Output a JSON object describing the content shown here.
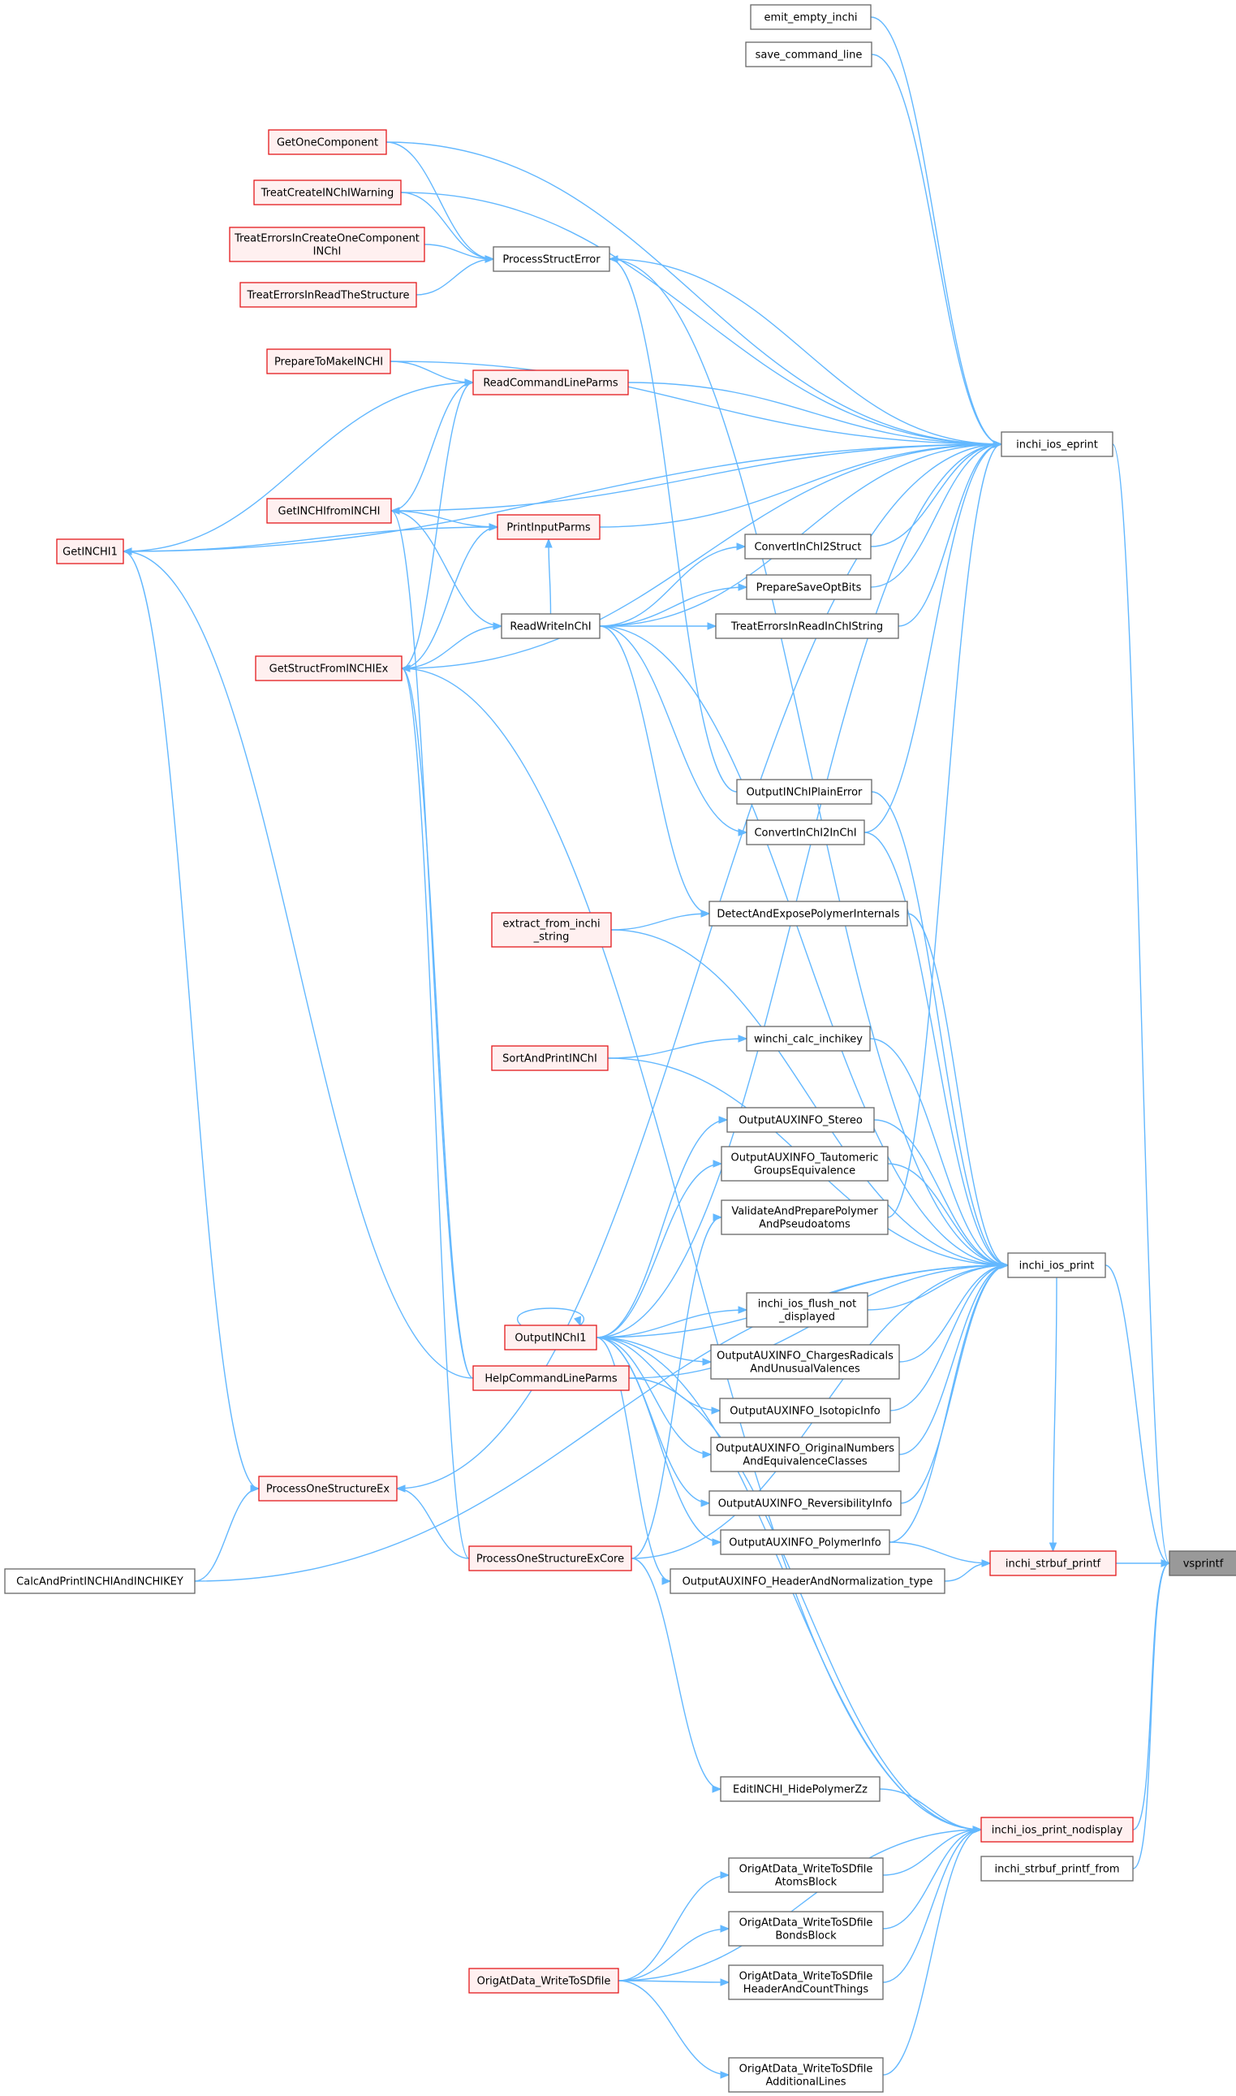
{
  "graph": {
    "kind": "caller-graph",
    "colors": {
      "edge": "#63b8ff",
      "node_border": "#666666",
      "truncated_border": "#e31a1c",
      "truncated_fill": "#fff0f0",
      "focus_fill": "#999999"
    },
    "nodes": [
      {
        "id": "vsprintf",
        "lines": [
          "vsprintf"
        ],
        "style": "focus"
      },
      {
        "id": "inchi_strbuf_printf",
        "lines": [
          "inchi_strbuf_printf"
        ],
        "style": "trunc"
      },
      {
        "id": "inchi_ios_print_nodisplay",
        "lines": [
          "inchi_ios_print_nodisplay"
        ],
        "style": "trunc"
      },
      {
        "id": "inchi_strbuf_printf_from",
        "lines": [
          "inchi_strbuf_printf_from"
        ],
        "style": "plain"
      },
      {
        "id": "inchi_ios_print",
        "lines": [
          "inchi_ios_print"
        ],
        "style": "plain"
      },
      {
        "id": "inchi_ios_eprint",
        "lines": [
          "inchi_ios_eprint"
        ],
        "style": "plain"
      },
      {
        "id": "emit_empty_inchi",
        "lines": [
          "emit_empty_inchi"
        ],
        "style": "plain"
      },
      {
        "id": "save_command_line",
        "lines": [
          "save_command_line"
        ],
        "style": "plain"
      },
      {
        "id": "GetOneComponent",
        "lines": [
          "GetOneComponent"
        ],
        "style": "trunc"
      },
      {
        "id": "TreatCreateINChIWarning",
        "lines": [
          "TreatCreateINChIWarning"
        ],
        "style": "trunc"
      },
      {
        "id": "TreatErrorsInCreateOneComponentINChI",
        "lines": [
          "TreatErrorsInCreateOneComponent",
          "INChI"
        ],
        "style": "trunc"
      },
      {
        "id": "TreatErrorsInReadTheStructure",
        "lines": [
          "TreatErrorsInReadTheStructure"
        ],
        "style": "trunc"
      },
      {
        "id": "ProcessStructError",
        "lines": [
          "ProcessStructError"
        ],
        "style": "plain"
      },
      {
        "id": "PrepareToMakeINCHI",
        "lines": [
          "PrepareToMakeINCHI"
        ],
        "style": "trunc"
      },
      {
        "id": "ReadCommandLineParms",
        "lines": [
          "ReadCommandLineParms"
        ],
        "style": "trunc"
      },
      {
        "id": "GetINCHIfromINCHI",
        "lines": [
          "GetINCHIfromINCHI"
        ],
        "style": "trunc"
      },
      {
        "id": "PrintInputParms",
        "lines": [
          "PrintInputParms"
        ],
        "style": "trunc"
      },
      {
        "id": "GetINCHI1",
        "lines": [
          "GetINCHI1"
        ],
        "style": "trunc"
      },
      {
        "id": "ConvertInChI2Struct",
        "lines": [
          "ConvertInChI2Struct"
        ],
        "style": "plain"
      },
      {
        "id": "PrepareSaveOptBits",
        "lines": [
          "PrepareSaveOptBits"
        ],
        "style": "plain"
      },
      {
        "id": "TreatErrorsInReadInChIString",
        "lines": [
          "TreatErrorsInReadInChIString"
        ],
        "style": "plain"
      },
      {
        "id": "ReadWriteInChI",
        "lines": [
          "ReadWriteInChI"
        ],
        "style": "plain"
      },
      {
        "id": "GetStructFromINCHIEx",
        "lines": [
          "GetStructFromINCHIEx"
        ],
        "style": "trunc"
      },
      {
        "id": "OutputINChIPlainError",
        "lines": [
          "OutputINChIPlainError"
        ],
        "style": "plain"
      },
      {
        "id": "ConvertInChI2InChI",
        "lines": [
          "ConvertInChI2InChI"
        ],
        "style": "plain"
      },
      {
        "id": "DetectAndExposePolymerInternals",
        "lines": [
          "DetectAndExposePolymerInternals"
        ],
        "style": "plain"
      },
      {
        "id": "extract_from_inchi_string",
        "lines": [
          "extract_from_inchi",
          "_string"
        ],
        "style": "trunc"
      },
      {
        "id": "winchi_calc_inchikey",
        "lines": [
          "winchi_calc_inchikey"
        ],
        "style": "plain"
      },
      {
        "id": "SortAndPrintINChI",
        "lines": [
          "SortAndPrintINChI"
        ],
        "style": "trunc"
      },
      {
        "id": "OutputAUXINFO_Stereo",
        "lines": [
          "OutputAUXINFO_Stereo"
        ],
        "style": "plain"
      },
      {
        "id": "OutputAUXINFO_TautomericGroupsEquivalence",
        "lines": [
          "OutputAUXINFO_Tautomeric",
          "GroupsEquivalence"
        ],
        "style": "plain"
      },
      {
        "id": "ValidateAndPreparePolymerAndPseudoatoms",
        "lines": [
          "ValidateAndPreparePolymer",
          "AndPseudoatoms"
        ],
        "style": "plain"
      },
      {
        "id": "inchi_ios_flush_not_displayed",
        "lines": [
          "inchi_ios_flush_not",
          "_displayed"
        ],
        "style": "plain"
      },
      {
        "id": "OutputINChI1",
        "lines": [
          "OutputINChI1"
        ],
        "style": "trunc"
      },
      {
        "id": "OutputAUXINFO_ChargesRadicalsAndUnusualValences",
        "lines": [
          "OutputAUXINFO_ChargesRadicals",
          "AndUnusualValences"
        ],
        "style": "plain"
      },
      {
        "id": "HelpCommandLineParms",
        "lines": [
          "HelpCommandLineParms"
        ],
        "style": "trunc"
      },
      {
        "id": "OutputAUXINFO_IsotopicInfo",
        "lines": [
          "OutputAUXINFO_IsotopicInfo"
        ],
        "style": "plain"
      },
      {
        "id": "OutputAUXINFO_OriginalNumbersAndEquivalenceClasses",
        "lines": [
          "OutputAUXINFO_OriginalNumbers",
          "AndEquivalenceClasses"
        ],
        "style": "plain"
      },
      {
        "id": "ProcessOneStructureEx",
        "lines": [
          "ProcessOneStructureEx"
        ],
        "style": "trunc"
      },
      {
        "id": "OutputAUXINFO_ReversibilityInfo",
        "lines": [
          "OutputAUXINFO_ReversibilityInfo"
        ],
        "style": "plain"
      },
      {
        "id": "OutputAUXINFO_PolymerInfo",
        "lines": [
          "OutputAUXINFO_PolymerInfo"
        ],
        "style": "plain"
      },
      {
        "id": "ProcessOneStructureExCore",
        "lines": [
          "ProcessOneStructureExCore"
        ],
        "style": "trunc"
      },
      {
        "id": "OutputAUXINFO_HeaderAndNormalization_type",
        "lines": [
          "OutputAUXINFO_HeaderAndNormalization_type"
        ],
        "style": "plain"
      },
      {
        "id": "CalcAndPrintINCHIAndINCHIKEY",
        "lines": [
          "CalcAndPrintINCHIAndINCHIKEY"
        ],
        "style": "plain"
      },
      {
        "id": "EditINCHI_HidePolymerZz",
        "lines": [
          "EditINCHI_HidePolymerZz"
        ],
        "style": "plain"
      },
      {
        "id": "OrigAtData_WriteToSDfileAtomsBlock",
        "lines": [
          "OrigAtData_WriteToSDfile",
          "AtomsBlock"
        ],
        "style": "plain"
      },
      {
        "id": "OrigAtData_WriteToSDfileBondsBlock",
        "lines": [
          "OrigAtData_WriteToSDfile",
          "BondsBlock"
        ],
        "style": "plain"
      },
      {
        "id": "OrigAtData_WriteToSDfile",
        "lines": [
          "OrigAtData_WriteToSDfile"
        ],
        "style": "trunc"
      },
      {
        "id": "OrigAtData_WriteToSDfileHeaderAndCountThings",
        "lines": [
          "OrigAtData_WriteToSDfile",
          "HeaderAndCountThings"
        ],
        "style": "plain"
      },
      {
        "id": "OrigAtData_WriteToSDfileAdditionalLines",
        "lines": [
          "OrigAtData_WriteToSDfile",
          "AdditionalLines"
        ],
        "style": "plain"
      }
    ]
  }
}
